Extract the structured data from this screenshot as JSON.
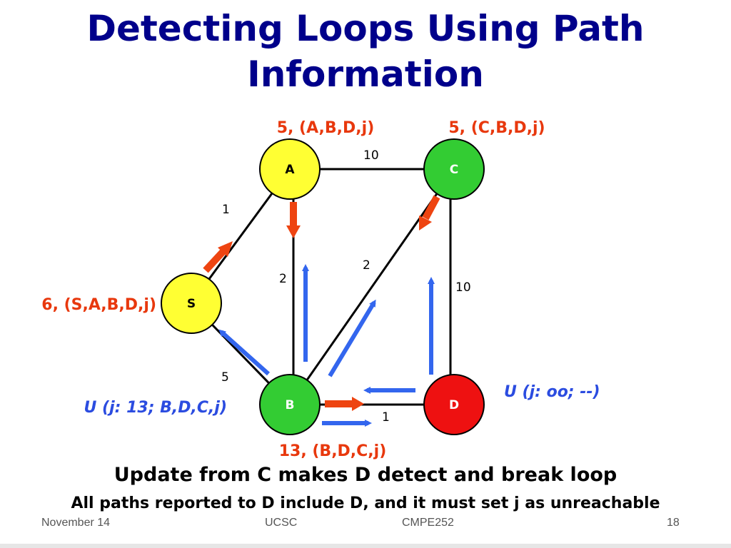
{
  "title": "Detecting Loops Using Path Information",
  "colors": {
    "title": "#00008b",
    "node_yellow": "#ffff33",
    "node_green": "#33cc33",
    "node_red": "#ee1111",
    "red_arrow": "#ee4411",
    "blue_arrow": "#3366ee",
    "red_label": "#e8380d",
    "blue_label": "#2b4ce0"
  },
  "nodes": [
    {
      "id": "A",
      "label": "A",
      "color": "yellow"
    },
    {
      "id": "C",
      "label": "C",
      "color": "green"
    },
    {
      "id": "S",
      "label": "S",
      "color": "yellow"
    },
    {
      "id": "B",
      "label": "B",
      "color": "green"
    },
    {
      "id": "D",
      "label": "D",
      "color": "red"
    }
  ],
  "edges": [
    {
      "from": "A",
      "to": "C",
      "cost": "10"
    },
    {
      "from": "S",
      "to": "A",
      "cost": "1"
    },
    {
      "from": "A",
      "to": "B",
      "cost": "2"
    },
    {
      "from": "B",
      "to": "C",
      "cost": "2"
    },
    {
      "from": "C",
      "to": "D",
      "cost": "10"
    },
    {
      "from": "S",
      "to": "B",
      "cost": "5"
    },
    {
      "from": "B",
      "to": "D",
      "cost": "1"
    }
  ],
  "node_annotations": {
    "A": "5, (A,B,D,j)",
    "C": "5, (C,B,D,j)",
    "S": "6, (S,A,B,D,j)",
    "B": "13, (B,D,C,j)"
  },
  "updates": {
    "B": "U (j: 13; B,D,C,j)",
    "D": "U (j: oo; --)"
  },
  "caption": "Update from C makes D detect and break loop",
  "subcaption": "All paths reported to D include D, and it must set j as unreachable",
  "footer": {
    "date": "November 14",
    "org": "UCSC",
    "course": "CMPE252",
    "page": "18"
  }
}
